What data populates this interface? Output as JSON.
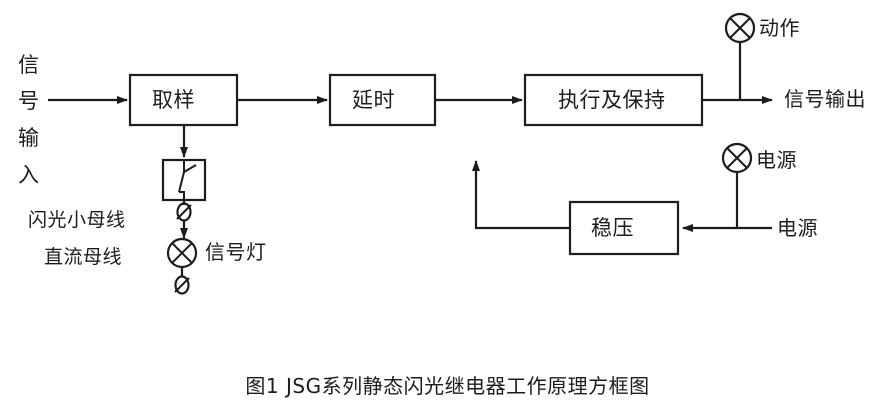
{
  "figure": {
    "caption": "图1  JSG系列静态闪光继电器工作原理方框图",
    "stroke_color": "#1c1c20",
    "text_color": "#1c1c20",
    "background_color": "#ffffff"
  },
  "input_label": {
    "name": "信号输入",
    "chars": [
      "信",
      "号",
      "输",
      "入"
    ]
  },
  "blocks": [
    {
      "id": "sampling",
      "label": "取样"
    },
    {
      "id": "delay",
      "label": "延时"
    },
    {
      "id": "execute-hold",
      "label": "执行及保持"
    },
    {
      "id": "voltage-regulator",
      "label": "稳压"
    }
  ],
  "contact": {
    "id": "relay-contact",
    "label": ""
  },
  "lamps": [
    {
      "id": "action-lamp",
      "label": "动作"
    },
    {
      "id": "signal-lamp",
      "label": "信号灯"
    },
    {
      "id": "power-lamp",
      "label": "电源"
    }
  ],
  "terminals": [
    {
      "id": "flash-bus-terminal",
      "label": "闪光小母线"
    },
    {
      "id": "dc-bus-terminal",
      "label": "直流母线"
    }
  ],
  "outputs": [
    {
      "id": "signal-output",
      "label": "信号输出"
    }
  ],
  "inputs": [
    {
      "id": "power-input",
      "label": "电源"
    }
  ]
}
